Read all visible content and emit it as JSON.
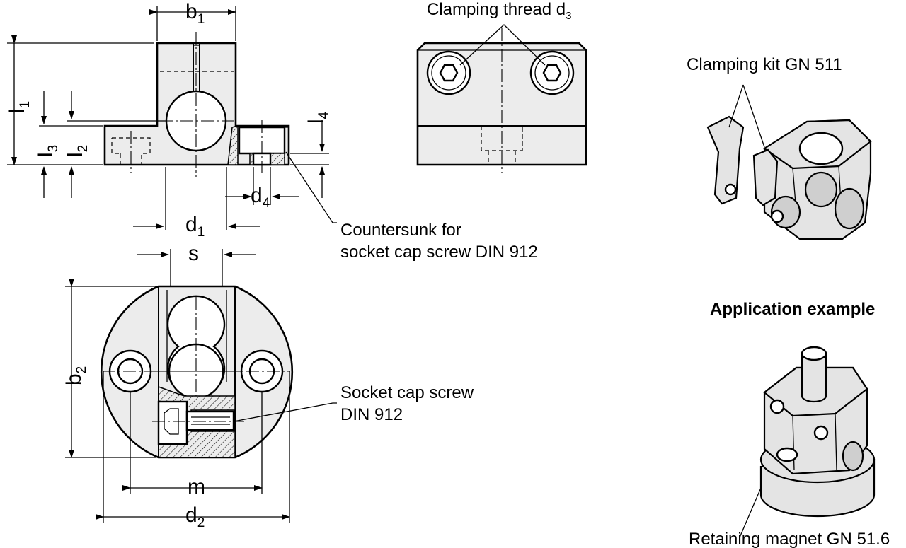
{
  "labels": {
    "clamping_thread": "Clamping thread d",
    "clamping_thread_sub": "3",
    "clamping_kit": "Clamping kit GN 511",
    "countersunk_line1": "Countersunk for",
    "countersunk_line2": "socket cap screw DIN 912",
    "socket_cap_line1": "Socket cap screw",
    "socket_cap_line2": "DIN 912",
    "application_example": "Application example",
    "retaining_magnet": "Retaining magnet GN 51.6"
  },
  "dimensions": {
    "b1": {
      "main": "b",
      "sub": "1"
    },
    "b2": {
      "main": "b",
      "sub": "2"
    },
    "l1": {
      "main": "l",
      "sub": "1"
    },
    "l2": {
      "main": "l",
      "sub": "2"
    },
    "l3": {
      "main": "l",
      "sub": "3"
    },
    "l4": {
      "main": "l",
      "sub": "4"
    },
    "d1": {
      "main": "d",
      "sub": "1"
    },
    "d2": {
      "main": "d",
      "sub": "2"
    },
    "d4": {
      "main": "d",
      "sub": "4"
    },
    "s": {
      "main": "s"
    },
    "m": {
      "main": "m"
    }
  }
}
